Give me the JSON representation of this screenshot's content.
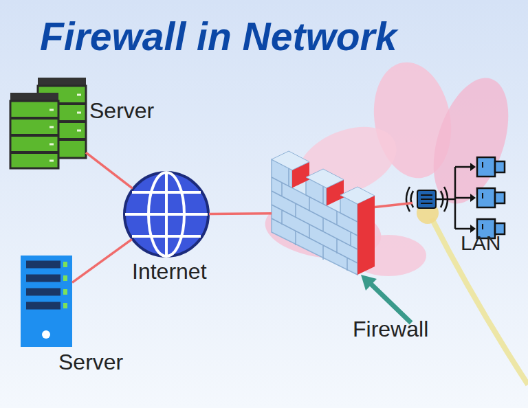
{
  "diagram": {
    "title": "Firewall in Network",
    "nodes": [
      {
        "text": [
          "Server"
        ]
      },
      {
        "text": [
          "Internet"
        ]
      },
      {
        "text": [
          "Server"
        ]
      },
      {
        "text": [
          "Firewall"
        ]
      },
      {
        "text": [
          "LAN"
        ]
      }
    ],
    "edges": [
      {
        "from": 0,
        "to": 1,
        "arrow": "none"
      },
      {
        "from": 2,
        "to": 1,
        "arrow": "none"
      },
      {
        "from": 1,
        "to": 3,
        "arrow": "none"
      },
      {
        "from": 3,
        "to": 4,
        "arrow": "none"
      }
    ]
  }
}
